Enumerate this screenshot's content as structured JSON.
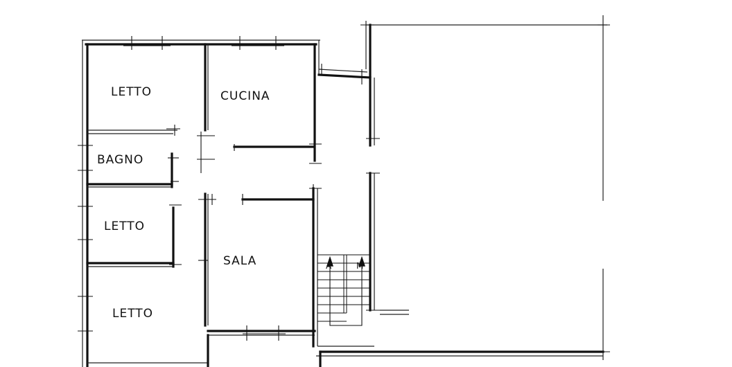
{
  "floor_plan": {
    "rooms": [
      {
        "id": "letto-1",
        "label": "LETTO"
      },
      {
        "id": "cucina",
        "label": "CUCINA"
      },
      {
        "id": "bagno",
        "label": "BAGNO"
      },
      {
        "id": "letto-2",
        "label": "LETTO"
      },
      {
        "id": "sala",
        "label": "SALA"
      },
      {
        "id": "letto-3",
        "label": "LETTO"
      }
    ],
    "staircase": {
      "marker_a": "A",
      "marker_b": "M"
    }
  }
}
